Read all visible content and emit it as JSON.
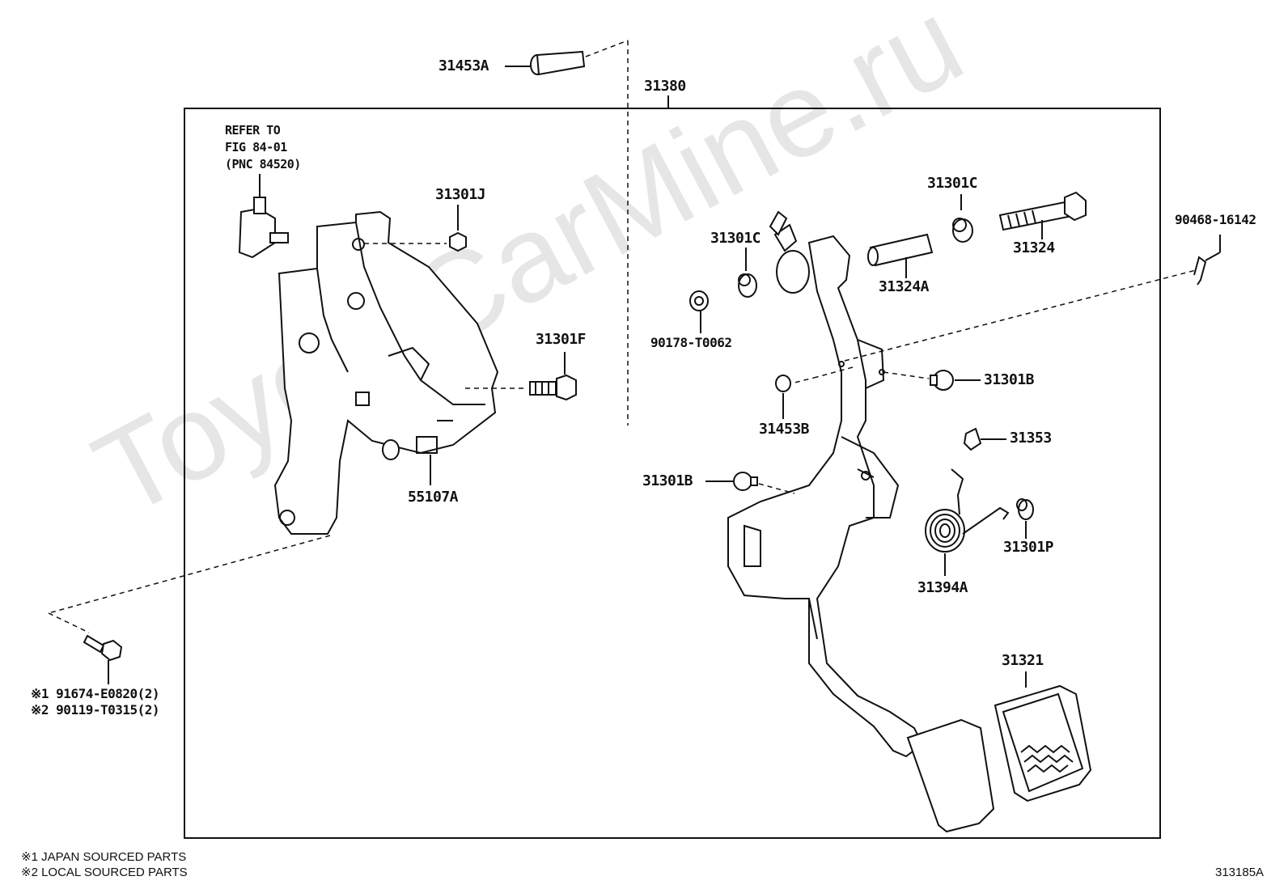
{
  "watermark": "ToyotaCarMine.ru",
  "labels": {
    "p31453A": "31453A",
    "p31380": "31380",
    "refer_line1": "REFER TO",
    "refer_line2": "FIG 84-01",
    "refer_line3": "(PNC 84520)",
    "p31301J": "31301J",
    "p31301F": "31301F",
    "p55107A": "55107A",
    "p31301C_right": "31301C",
    "p31301C_left": "31301C",
    "p31324": "31324",
    "p31324A": "31324A",
    "p90468": "90468-16142",
    "p90178": "90178-T0062",
    "p31301B_right": "31301B",
    "p31453B": "31453B",
    "p31353": "31353",
    "p31301B_left": "31301B",
    "p31301P": "31301P",
    "p31394A": "31394A",
    "p31321": "31321",
    "bolt_line1": "※1 91674-E0820(2)",
    "bolt_line2": "※2 90119-T0315(2)"
  },
  "notes": {
    "line1": "※1  JAPAN SOURCED PARTS",
    "line2": "※2  LOCAL SOURCED PARTS"
  },
  "figure_code": "313185A"
}
